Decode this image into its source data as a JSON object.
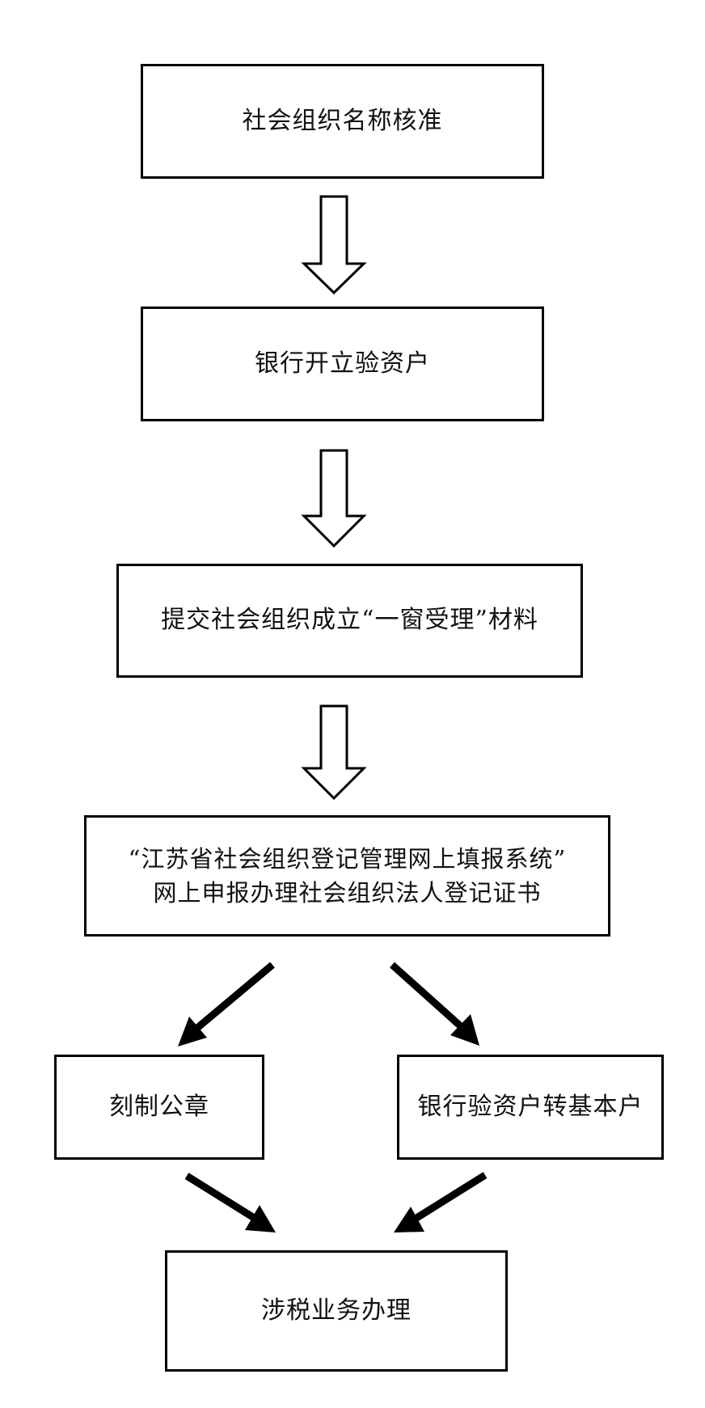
{
  "steps": {
    "name_approval": "社会组织名称核准",
    "bank_account": "银行开立验资户",
    "submit_materials": "提交社会组织成立“一窗受理”材料",
    "online_register_line1": "“江苏省社会组织登记管理网上填报系统”",
    "online_register_line2": "网上申报办理社会组织法人登记证书",
    "engrave_seal": "刻制公章",
    "convert_account": "银行验资户转基本户",
    "tax_affairs": "涉税业务办理"
  },
  "colors": {
    "stroke": "#000000",
    "background": "#ffffff",
    "text": "#111111"
  }
}
